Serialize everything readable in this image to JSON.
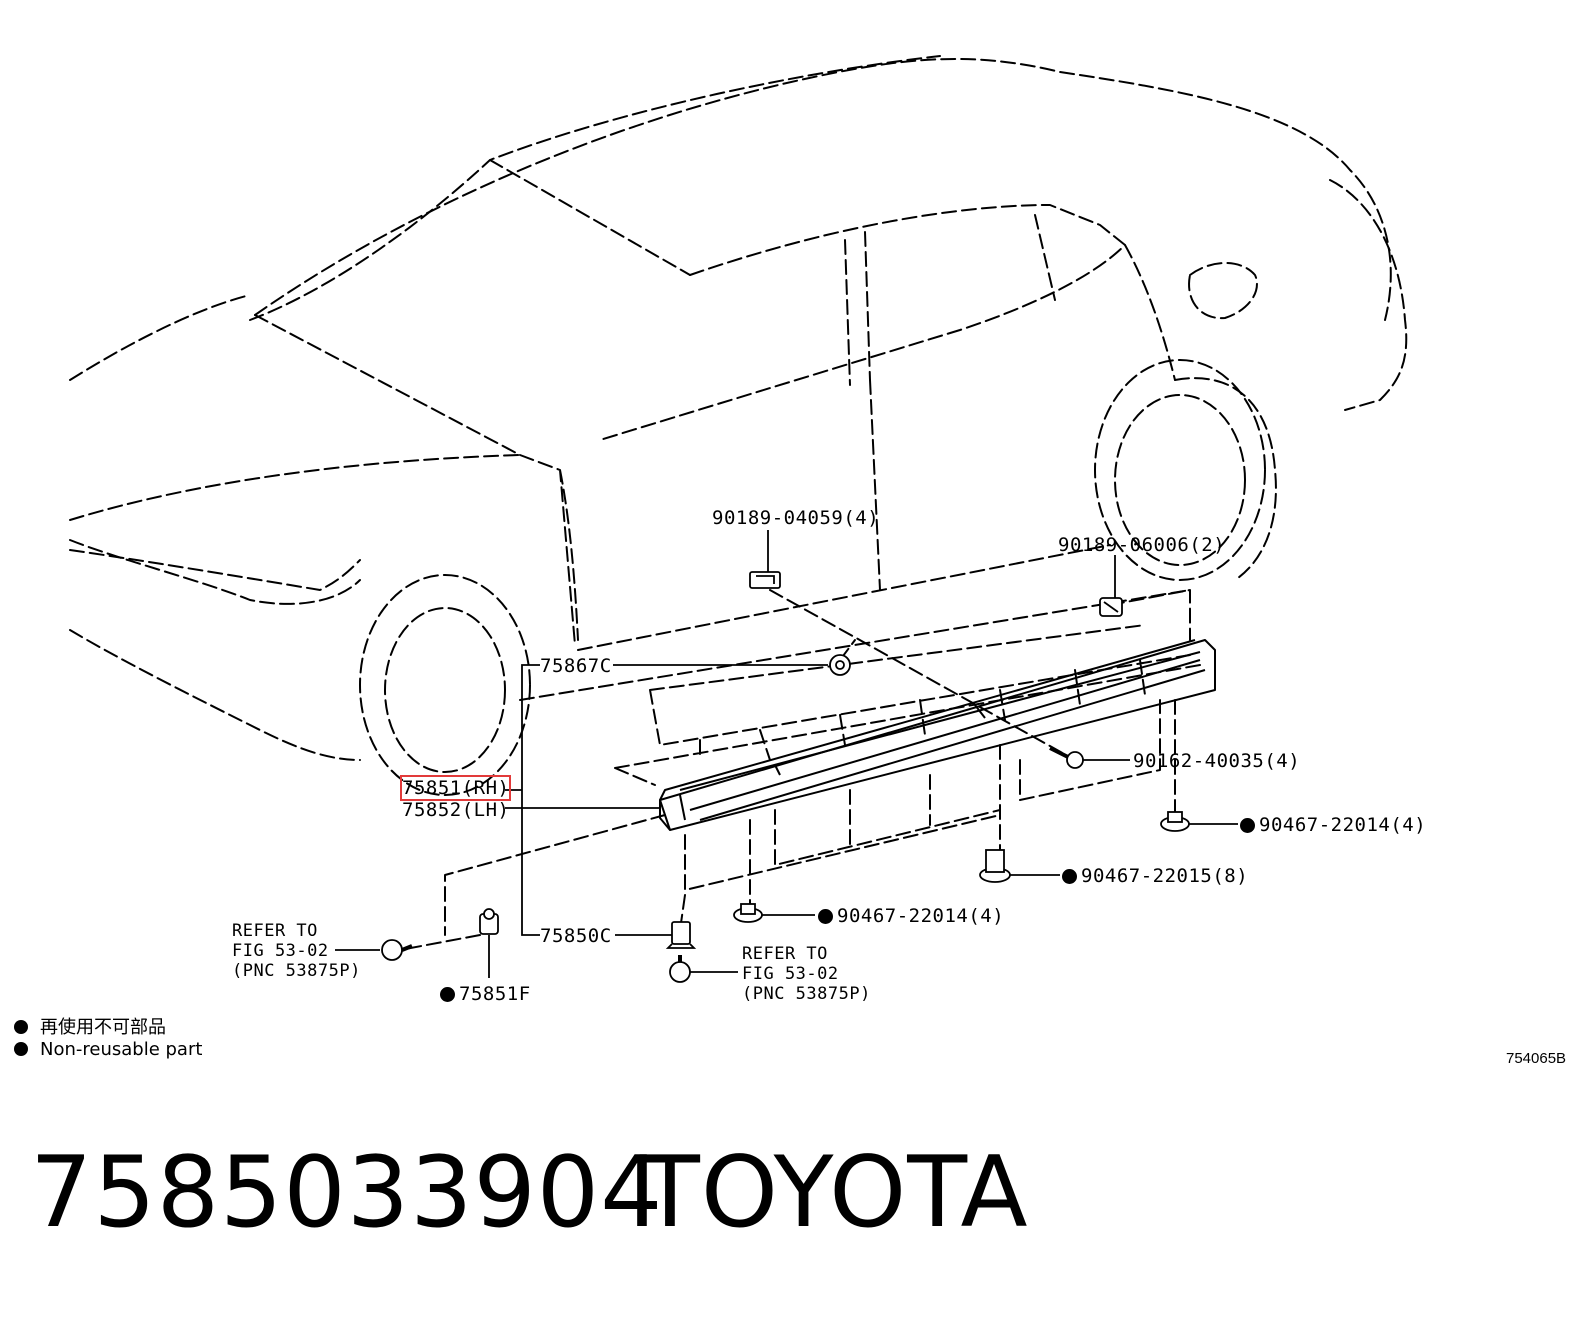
{
  "diagram": {
    "callouts": {
      "c_90189_04059": "90189-04059(4)",
      "c_90189_06006": "90189-06006(2)",
      "c_75867C": "75867C",
      "c_90162_40035": "90162-40035(4)",
      "c_75851_num": "75851",
      "c_75851_side": "(RH)",
      "c_75852": "75852(LH)",
      "c_90467_22014_r": "90467-22014(4)",
      "c_90467_22015": "90467-22015(8)",
      "c_90467_22014_b": "90467-22014(4)",
      "c_75850C": "75850C",
      "c_75851F": "75851F",
      "refer_left": [
        "REFER TO",
        "FIG 53-02",
        "(PNC 53875P)"
      ],
      "refer_right": [
        "REFER TO",
        "FIG 53-02",
        "(PNC 53875P)"
      ]
    },
    "legend": {
      "jp": "再使用不可部品",
      "en": "Non-reusable part"
    },
    "diagram_code": "754065B",
    "highlight_color": "#e23a3a"
  },
  "footer": {
    "part_number": "7585033904",
    "brand": "TOYOTA"
  }
}
